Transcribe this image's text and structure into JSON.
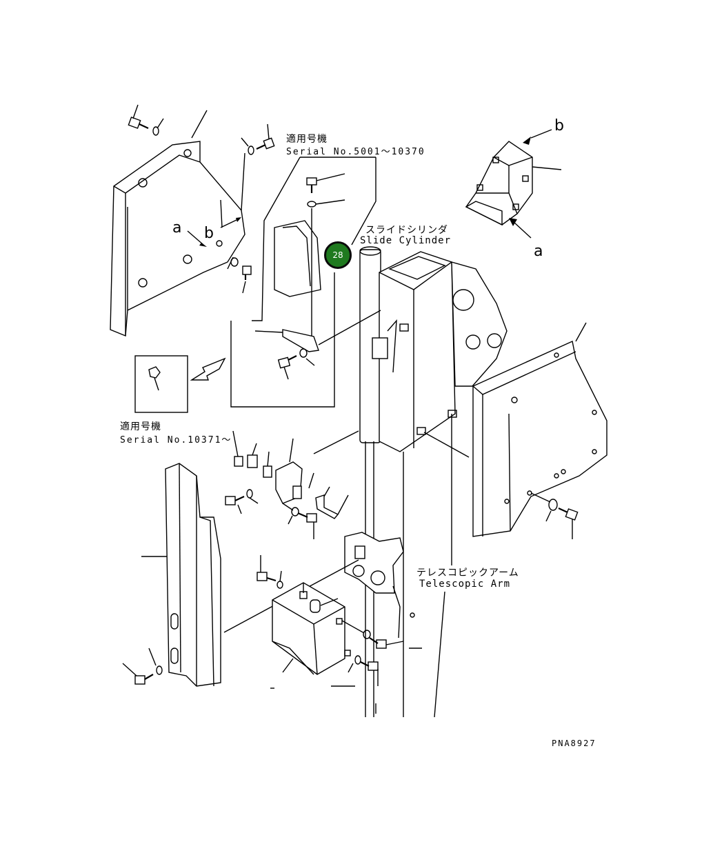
{
  "diagram": {
    "labels": {
      "serial_a_title": "適用号機",
      "serial_a_range": "Serial No.5001～10370",
      "serial_b_title": "適用号機",
      "serial_b_range": "Serial No.10371～",
      "slide_cylinder_jp": "スライドシリンダ",
      "slide_cylinder_en": "Slide Cylinder",
      "telescopic_arm_jp": "テレスコピックアーム",
      "telescopic_arm_en": "Telescopic Arm",
      "ref_a_left": "a",
      "ref_b_left": "b",
      "ref_a_right": "a",
      "ref_b_right": "b",
      "drawing_code": "PNA8927"
    },
    "callout": {
      "number": "28",
      "color": "#1f7a1f"
    }
  }
}
